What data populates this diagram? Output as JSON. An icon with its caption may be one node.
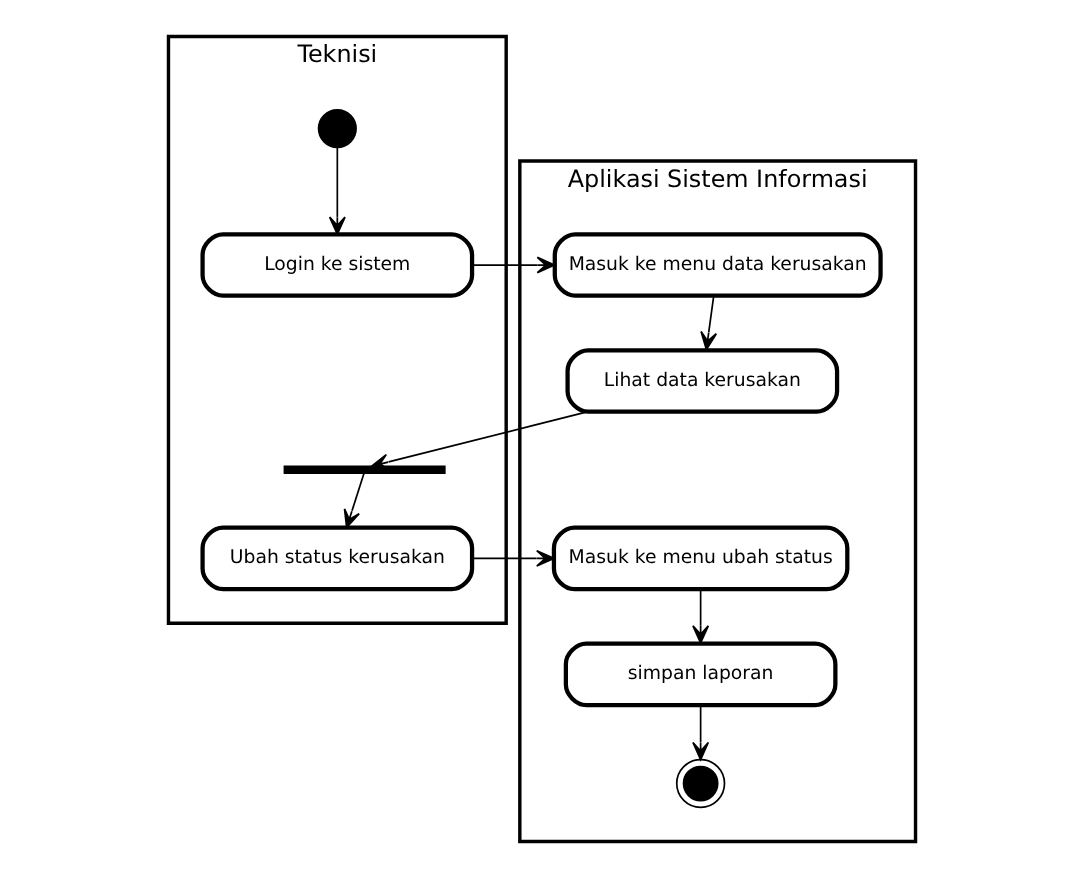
{
  "diagram": {
    "nodes": [
      {
        "text": [
          "Teknisi"
        ]
      },
      {
        "text": [
          "Aplikasi Sistem Informasi"
        ]
      },
      {
        "text": [],
        "shape": "circle",
        "in": 0
      },
      {
        "text": [
          "Login ke sistem"
        ],
        "in": 0
      },
      {
        "text": [
          "Masuk ke menu data kerusakan"
        ],
        "in": 1
      },
      {
        "text": [
          "Lihat data kerusakan"
        ],
        "in": 1
      },
      {
        "text": [],
        "shape": "bar",
        "in": 0
      },
      {
        "text": [
          "Ubah status kerusakan"
        ],
        "in": 0
      },
      {
        "text": [
          "Masuk ke menu ubah status"
        ],
        "in": 1
      },
      {
        "text": [
          "simpan laporan"
        ],
        "in": 1
      },
      {
        "text": [],
        "shape": "circle",
        "in": 1
      }
    ],
    "edges": [
      {
        "from": 2,
        "to": 3,
        "arrow": "to"
      },
      {
        "from": 3,
        "to": 4,
        "arrow": "to"
      },
      {
        "from": 4,
        "to": 5,
        "arrow": "to"
      },
      {
        "from": 5,
        "to": 6,
        "arrow": "to"
      },
      {
        "from": 6,
        "to": 7,
        "arrow": "to"
      },
      {
        "from": 7,
        "to": 8,
        "arrow": "to"
      },
      {
        "from": 8,
        "to": 9,
        "arrow": "to"
      },
      {
        "from": 9,
        "to": 10,
        "arrow": "to"
      }
    ]
  }
}
